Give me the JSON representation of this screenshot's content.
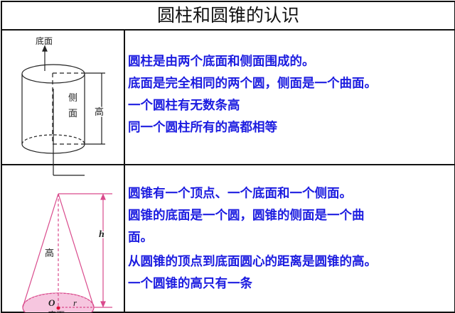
{
  "title": "圆柱和圆锥的认识",
  "cylinder": {
    "diagram_labels": {
      "base": "底面",
      "side_1": "侧",
      "side_2": "面",
      "height": "高"
    },
    "lines": [
      "圆柱是由两个底面和侧面围成的。",
      "底面是完全相同的两个圆，侧面是一个曲面。",
      "一个圆柱有无数条高",
      "同一个圆柱所有的高都相等"
    ]
  },
  "cone": {
    "diagram_labels": {
      "height": "高",
      "h": "h",
      "center": "O",
      "radius": "r",
      "base": "底面"
    },
    "lines": [
      "圆锥有一个顶点、一个底面和一个侧面。",
      "圆锥的底面是一个圆，圆锥的侧面是一个曲",
      "面。",
      "从圆锥的顶点到底面圆心的距离是圆锥的高。",
      "一个圆锥的高只有一条"
    ]
  },
  "colors": {
    "text": "#1c1ce0",
    "cone": "#d94a8c",
    "cone_fill": "#f6c6df"
  }
}
